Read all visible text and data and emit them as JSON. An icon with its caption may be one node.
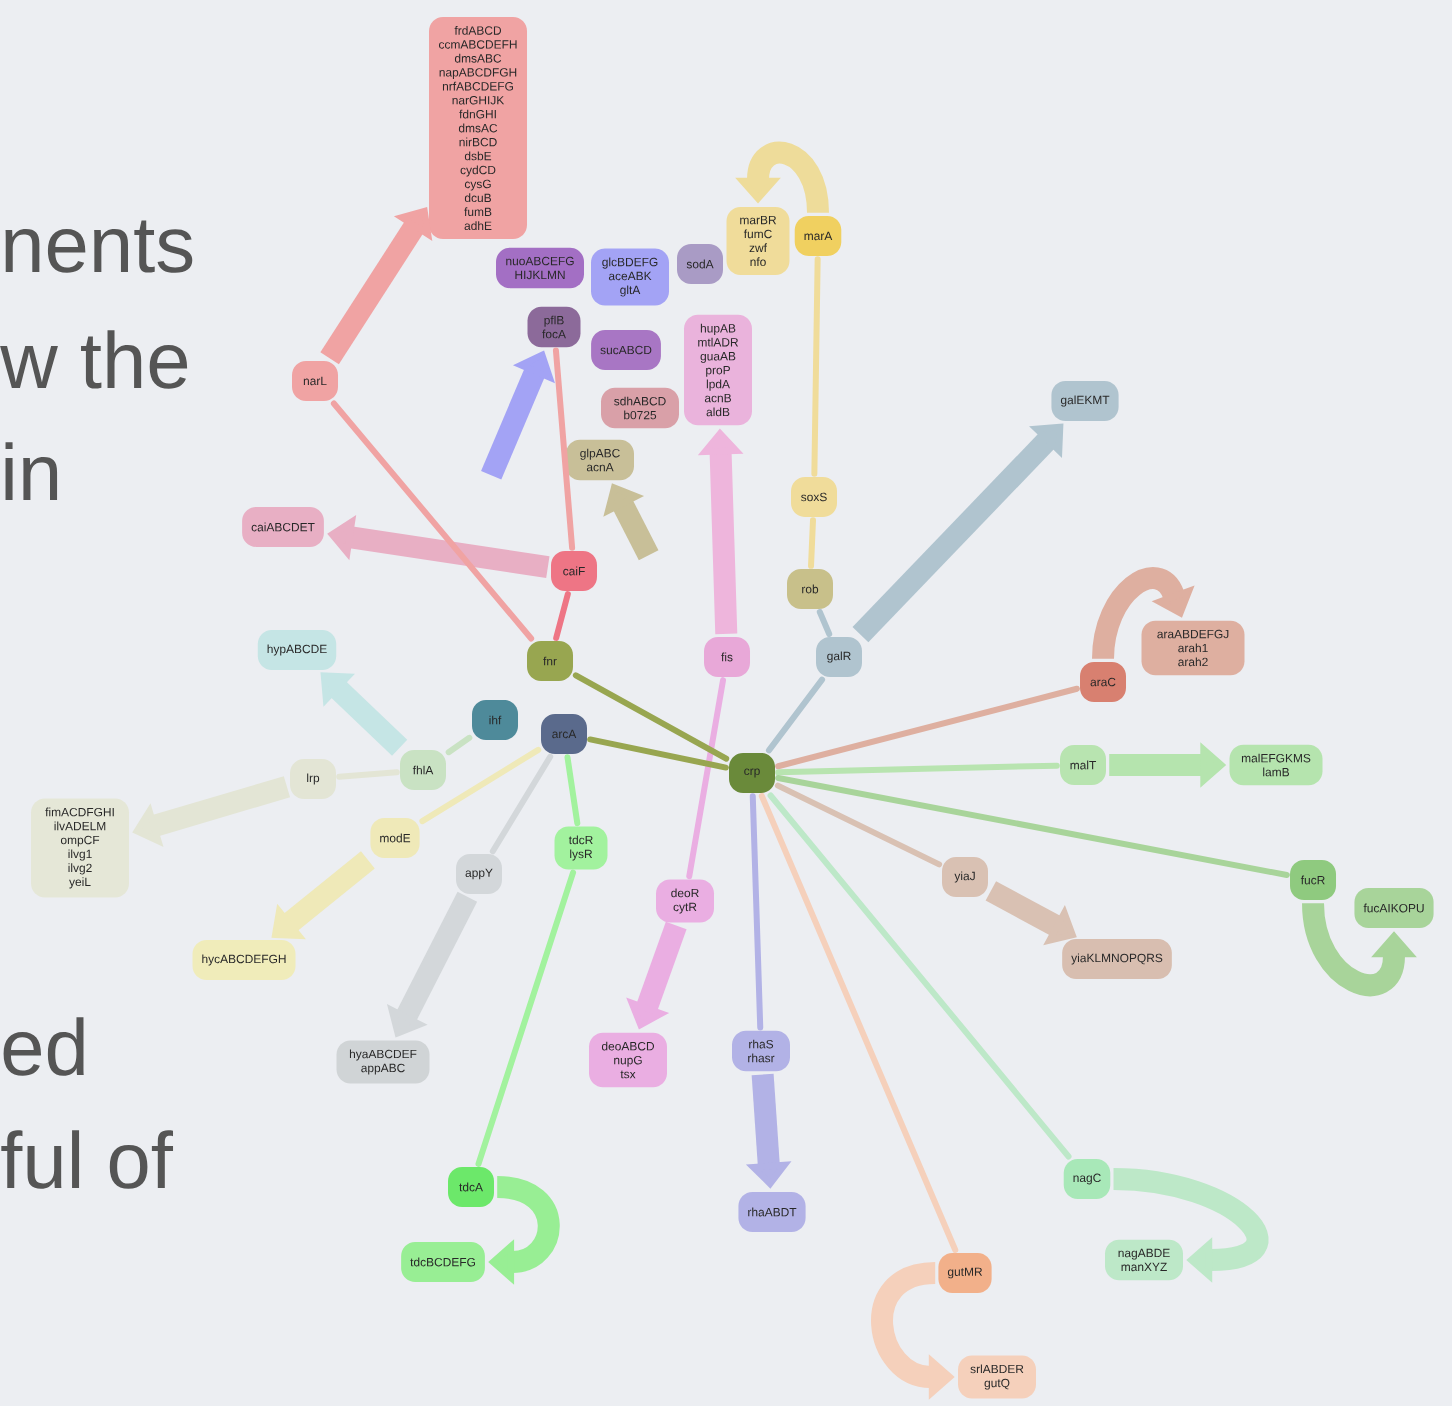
{
  "diagram": {
    "nodes": [
      {
        "text": [
          "frdABCD ccmABCDEFH dmsABC napABCDFGH nrfABCDEFG narGHIJK fdnGHI dmsAC nirBCD dsbE cydCD cysG dcuB fumB adhE"
        ]
      },
      {
        "text": [
          "nuoABCEFG HIJKLMN"
        ]
      },
      {
        "text": [
          "glcBDEFG aceABK gltA"
        ]
      },
      {
        "text": [
          "sodA"
        ]
      },
      {
        "text": [
          "marBR fumC zwf nfo"
        ]
      },
      {
        "text": [
          "marA"
        ]
      },
      {
        "text": [
          "pflB focA"
        ]
      },
      {
        "text": [
          "sucABCD"
        ]
      },
      {
        "text": [
          "hupAB mtlADR guaAB proP lpdA acnB aldB"
        ]
      },
      {
        "text": [
          "sdhABCD b0725"
        ]
      },
      {
        "text": [
          "glpABC acnA"
        ]
      },
      {
        "text": [
          "narL"
        ]
      },
      {
        "text": [
          "galEKMT"
        ]
      },
      {
        "text": [
          "soxS"
        ]
      },
      {
        "text": [
          "caiABCDET"
        ]
      },
      {
        "text": [
          "caiF"
        ]
      },
      {
        "text": [
          "rob"
        ]
      },
      {
        "text": [
          "hypABCDE"
        ]
      },
      {
        "text": [
          "fnr"
        ]
      },
      {
        "text": [
          "fis"
        ]
      },
      {
        "text": [
          "galR"
        ]
      },
      {
        "text": [
          "araABDEFGJ arah1 arah2"
        ]
      },
      {
        "text": [
          "araC"
        ]
      },
      {
        "text": [
          "ihf"
        ]
      },
      {
        "text": [
          "arcA"
        ]
      },
      {
        "text": [
          "fhlA"
        ]
      },
      {
        "text": [
          "crp"
        ]
      },
      {
        "text": [
          "malT"
        ]
      },
      {
        "text": [
          "malEFGKMS lamB"
        ]
      },
      {
        "text": [
          "lrp"
        ]
      },
      {
        "text": [
          "fimACDFGHI ilvADELM ompCF ilvg1 ilvg2 yeiL"
        ]
      },
      {
        "text": [
          "modE"
        ]
      },
      {
        "text": [
          "tdcR lysR"
        ]
      },
      {
        "text": [
          "appY"
        ]
      },
      {
        "text": [
          "yiaJ"
        ]
      },
      {
        "text": [
          "fucR"
        ]
      },
      {
        "text": [
          "fucAIKOPU"
        ]
      },
      {
        "text": [
          "deoR cytR"
        ]
      },
      {
        "text": [
          "hycABCDEFGH"
        ]
      },
      {
        "text": [
          "yiaKLMNOPQRS"
        ]
      },
      {
        "text": [
          "hyaABCDEF appABC"
        ]
      },
      {
        "text": [
          "deoABCD nupG tsx"
        ]
      },
      {
        "text": [
          "rhaS rhasr"
        ]
      },
      {
        "text": [
          "nagC"
        ]
      },
      {
        "text": [
          "tdcA"
        ]
      },
      {
        "text": [
          "rhaABDT"
        ]
      },
      {
        "text": [
          "tdcBCDEFG"
        ]
      },
      {
        "text": [
          "nagABDE manXYZ"
        ]
      },
      {
        "text": [
          "gutMR"
        ]
      },
      {
        "text": [
          "srlABDER gutQ"
        ]
      }
    ],
    "edges": [
      {
        "from": 11,
        "to": 0,
        "arrow": "to",
        "style": "thick",
        "color": "#f0a3a3"
      },
      {
        "from": null,
        "to": 6,
        "arrow": "to",
        "style": "thick",
        "color": "#a3a3f5"
      },
      {
        "from": null,
        "to": 10,
        "arrow": "to",
        "style": "thick",
        "color": "#c8bf98"
      },
      {
        "from": 19,
        "to": 8,
        "arrow": "to",
        "style": "thick",
        "color": "#eeb5dc"
      },
      {
        "from": 5,
        "to": 4,
        "arrow": "to",
        "style": "thick",
        "color": "#eedc9a"
      },
      {
        "from": 20,
        "to": 12,
        "arrow": "to",
        "style": "thick",
        "color": "#b0c4cf"
      },
      {
        "from": 22,
        "to": 21,
        "arrow": "to",
        "style": "thick",
        "color": "#deafa0"
      },
      {
        "from": 27,
        "to": 28,
        "arrow": "to",
        "style": "thick",
        "color": "#b5e4ae"
      },
      {
        "from": 34,
        "to": 39,
        "arrow": "to",
        "style": "thick",
        "color": "#d9c1b3"
      },
      {
        "from": 35,
        "to": 36,
        "arrow": "to",
        "style": "thick",
        "color": "#a8d49a"
      },
      {
        "from": 43,
        "to": 47,
        "arrow": "to",
        "style": "thick",
        "color": "#bde8c8"
      },
      {
        "from": 48,
        "to": 49,
        "arrow": "to",
        "style": "thick",
        "color": "#f5d0bb"
      },
      {
        "from": 42,
        "to": 45,
        "arrow": "to",
        "style": "thick",
        "color": "#b2b2e6"
      },
      {
        "from": 44,
        "to": 46,
        "arrow": "to",
        "style": "thick",
        "color": "#98ee94"
      },
      {
        "from": 37,
        "to": 41,
        "arrow": "to",
        "style": "thick",
        "color": "#eaaee2"
      },
      {
        "from": 33,
        "to": 40,
        "arrow": "to",
        "style": "thick",
        "color": "#d3d7da"
      },
      {
        "from": 31,
        "to": 38,
        "arrow": "to",
        "style": "thick",
        "color": "#efe9b8"
      },
      {
        "from": 29,
        "to": 30,
        "arrow": "to",
        "style": "thick",
        "color": "#e3e5d5"
      },
      {
        "from": 25,
        "to": 17,
        "arrow": "to",
        "style": "thick",
        "color": "#c5e5e5"
      },
      {
        "from": 15,
        "to": 14,
        "arrow": "to",
        "style": "thick",
        "color": "#e8afc4"
      },
      {
        "from": 11,
        "to": 18,
        "arrow": "none",
        "color": "#f0a3a3"
      },
      {
        "from": 6,
        "to": 15,
        "arrow": "none",
        "color": "#f0a3a3"
      },
      {
        "from": 15,
        "to": 18,
        "arrow": "none",
        "color": "#ee7585"
      },
      {
        "from": 5,
        "to": 13,
        "arrow": "none",
        "color": "#f0dc9a"
      },
      {
        "from": 13,
        "to": 16,
        "arrow": "none",
        "color": "#f0dc9a"
      },
      {
        "from": 16,
        "to": 20,
        "arrow": "none",
        "color": "#b0c4cf"
      },
      {
        "from": 20,
        "to": 26,
        "arrow": "none",
        "color": "#b0c4cf"
      },
      {
        "from": 19,
        "to": 37,
        "arrow": "none",
        "color": "#eaaee2"
      },
      {
        "from": 26,
        "to": 22,
        "arrow": "none",
        "color": "#deafa0"
      },
      {
        "from": 26,
        "to": 27,
        "arrow": "none",
        "color": "#b8e4b0"
      },
      {
        "from": 26,
        "to": 35,
        "arrow": "none",
        "color": "#a8d49a"
      },
      {
        "from": 26,
        "to": 34,
        "arrow": "none",
        "color": "#d9c1b3"
      },
      {
        "from": 26,
        "to": 43,
        "arrow": "none",
        "color": "#bde8c8"
      },
      {
        "from": 26,
        "to": 48,
        "arrow": "none",
        "color": "#f5d0bb"
      },
      {
        "from": 26,
        "to": 42,
        "arrow": "none",
        "color": "#b2b2e6"
      },
      {
        "from": 24,
        "to": 26,
        "arrow": "none",
        "color": "#98a650"
      },
      {
        "from": 18,
        "to": 26,
        "arrow": "none",
        "color": "#98a650"
      },
      {
        "from": 25,
        "to": 29,
        "arrow": "none",
        "color": "#e3e5d5"
      },
      {
        "from": 23,
        "to": 25,
        "arrow": "none",
        "color": "#c9e2c3"
      },
      {
        "from": 24,
        "to": 31,
        "arrow": "none",
        "color": "#efe9b8"
      },
      {
        "from": 24,
        "to": 33,
        "arrow": "none",
        "color": "#d3d7da"
      },
      {
        "from": 24,
        "to": 32,
        "arrow": "none",
        "color": "#a2f29e"
      },
      {
        "from": 32,
        "to": 44,
        "arrow": "none",
        "color": "#a2f29e"
      }
    ],
    "labels": [
      "nents",
      "w the",
      "in",
      "ed",
      "ful of"
    ]
  }
}
